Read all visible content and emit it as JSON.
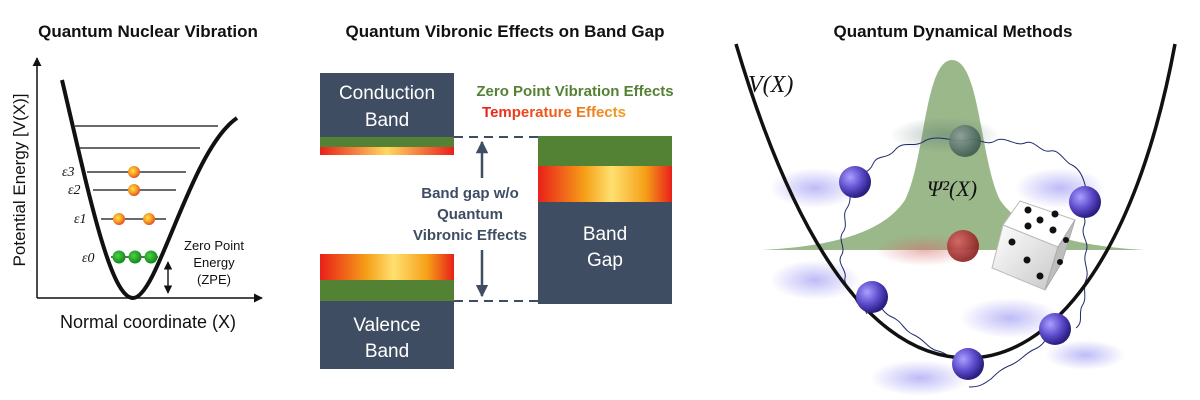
{
  "panel1": {
    "title": "Quantum Nuclear Vibration",
    "ylabel": "Potential Energy [V(X)]",
    "xlabel": "Normal coordinate (X)",
    "levels": [
      "ε3",
      "ε2",
      "ε1",
      "ε0"
    ],
    "zpe_line1": "Zero Point",
    "zpe_line2": "Energy",
    "zpe_line3": "(ZPE)"
  },
  "panel2": {
    "title": "Quantum Vibronic Effects on Band Gap",
    "conduction_line1": "Conduction",
    "conduction_line2": "Band",
    "valence_line1": "Valence",
    "valence_line2": "Band",
    "bandgap_line1": "Band",
    "bandgap_line2": "Gap",
    "legend_zpv": "Zero Point Vibration Effects",
    "legend_temp": "Temperature Effects",
    "gap_line1": "Band gap w/o",
    "gap_line2": "Quantum",
    "gap_line3": "Vibronic Effects",
    "colors": {
      "band": "#3f4d63",
      "green": "#548235",
      "legend_green": "#548235",
      "legend_red": "#e02010"
    }
  },
  "panel3": {
    "title": "Quantum Dynamical Methods",
    "potential_label": "V(X)",
    "wavefunction_label": "Ψ²(X)"
  }
}
